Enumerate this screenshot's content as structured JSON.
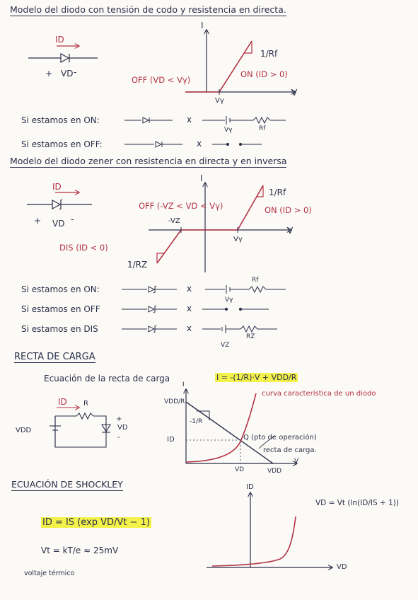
{
  "sec1": {
    "title": "Modelo del diodo con tensión de codo y resistencia en directa.",
    "id_label": "ID",
    "vd_label": "VD",
    "plus": "+",
    "minus": "-",
    "i_axis": "I",
    "v_axis": "V",
    "off_label": "OFF (VD < Vγ)",
    "on_label": "ON (ID > 0)",
    "slope_label": "1/Rf",
    "vgamma": "Vγ",
    "row_on": "Si estamos en ON:",
    "row_off": "Si estamos en OFF:",
    "x": "x",
    "rf": "Rf"
  },
  "sec2": {
    "title": "Modelo del diodo zener con resistencia en directa y en inversa",
    "id_label": "ID",
    "vd_label": "VD",
    "plus": "+",
    "minus": "-",
    "i_axis": "I",
    "v_axis": "V",
    "off_label": "OFF (-VZ < VD < Vγ)",
    "on_label": "ON (ID > 0)",
    "dis_label": "DIS (ID < 0)",
    "slope_f": "1/Rf",
    "slope_z": "1/RZ",
    "neg_vz": "-VZ",
    "vgamma": "Vγ",
    "row_on": "Si estamos en ON:",
    "row_off": "Si estamos en OFF",
    "row_dis": "Si estamos en DIS",
    "x": "x",
    "rf": "Rf",
    "rz": "RZ",
    "vz": "VZ"
  },
  "sec3": {
    "title": "RECTA DE CARGA",
    "eq_label": "Ecuación de la recta de carga",
    "eq_formula": "I = -(1/R)·V + VDD/R",
    "id_label": "ID",
    "r_label": "R",
    "vdd_label": "VDD",
    "vd_label": "VD",
    "plus": "+",
    "minus": "-",
    "i_axis": "I",
    "v_axis": "V",
    "vdd_over_r": "VDD/R",
    "slope": "-1/R",
    "id_tick": "ID",
    "q_label": "Q (pto de operación)",
    "recta_label": "recta de carga.",
    "curve_label": "curva característica de un diodo",
    "vd_tick": "VD",
    "vdd_tick": "VDD"
  },
  "sec4": {
    "title": "ECUACIÓN DE SHOCKLEY",
    "equation": "ID = IS (exp VD/Vt − 1)",
    "vt_eq": "Vt = kT/e ≈ 25mV",
    "vt_note": "voltaje térmico",
    "inverse": "VD = Vt (ln(ID/IS + 1))",
    "id_axis": "ID",
    "vd_axis": "VD"
  }
}
